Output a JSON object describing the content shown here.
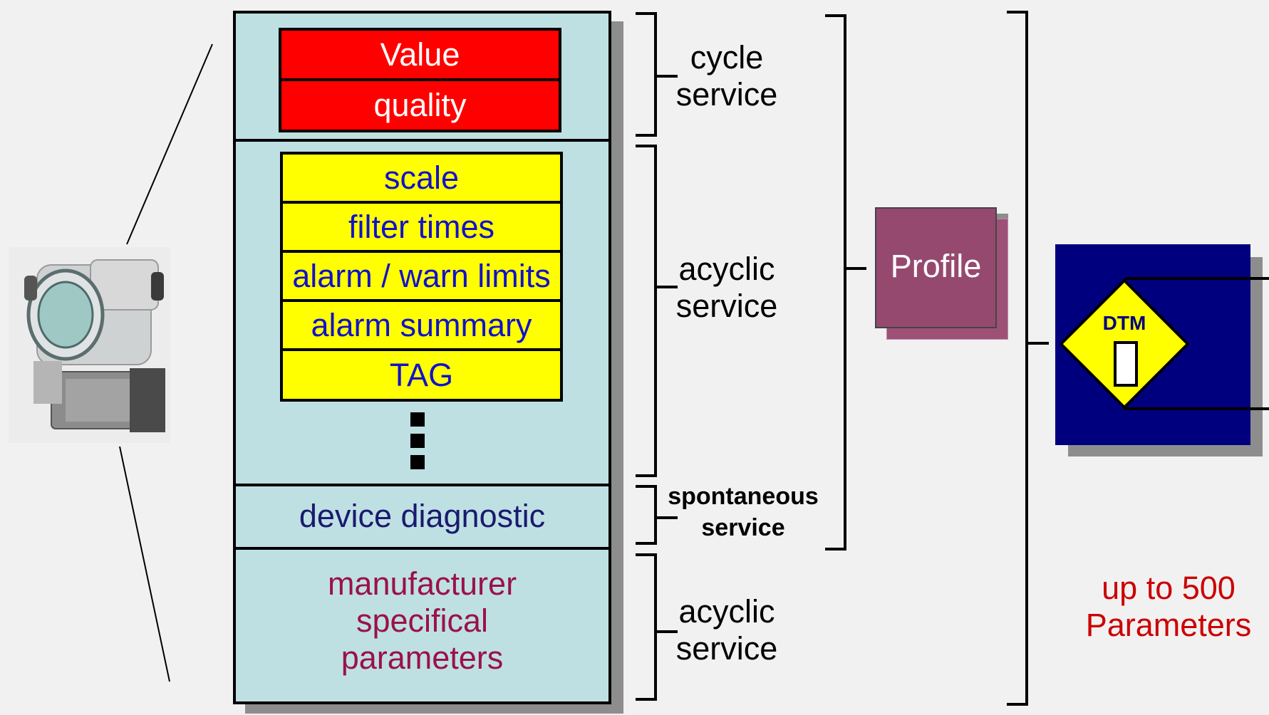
{
  "cycle_section": {
    "value_label": "Value",
    "quality_label": "quality"
  },
  "acyclic_section": {
    "items": [
      "scale",
      "filter times",
      "alarm / warn limits",
      "alarm summary",
      "TAG"
    ]
  },
  "diagnostic_label": "device diagnostic",
  "manufacturer_label": [
    "manufacturer",
    "specifical",
    "parameters"
  ],
  "services": {
    "cycle": [
      "cycle",
      "service"
    ],
    "acyclic_top": [
      "acyclic",
      "service"
    ],
    "spontaneous": [
      "spontaneous",
      "service"
    ],
    "acyclic_bottom": [
      "acyclic",
      "service"
    ]
  },
  "profile_label": "Profile",
  "dtm_label": "DTM",
  "parameters_note": [
    "up to 500",
    "Parameters"
  ],
  "colors": {
    "panel": "#bfe0e3",
    "red_cell": "#ff0000",
    "yellow_cell": "#ffff00",
    "blue_text": "#1111cc",
    "diagnostic_text": "#1a1a6e",
    "manufacturer_text": "#9b1148",
    "profile": "#96496f",
    "dtm_box": "#00007f",
    "dtm_diamond": "#ffff00",
    "note_text": "#cc0000"
  }
}
